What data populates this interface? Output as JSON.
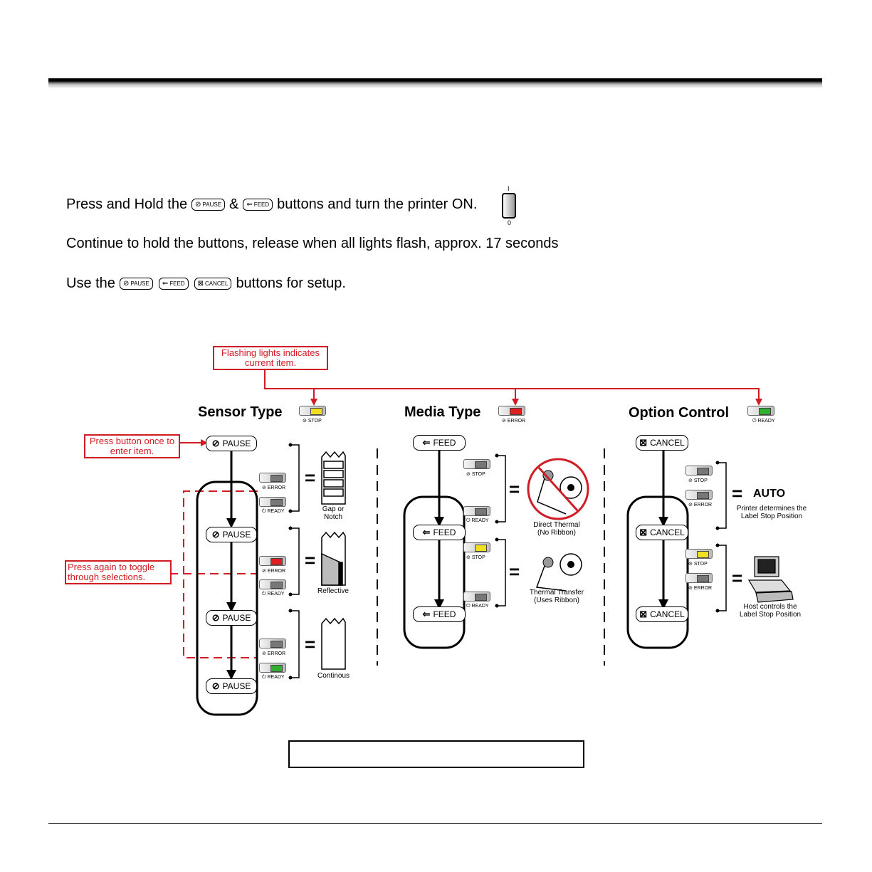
{
  "instructions": {
    "line1": {
      "pre": "Press and Hold the",
      "and": "&",
      "post": "buttons and turn the printer ON."
    },
    "line2": "Continue to hold the buttons, release when all lights flash, approx. 17 seconds",
    "line3": {
      "pre": "Use the",
      "post": "buttons for setup."
    },
    "switch": {
      "on_mark": "I",
      "off_mark": "0"
    }
  },
  "buttons": {
    "pause": "PAUSE",
    "feed": "FEED",
    "cancel": "CANCEL"
  },
  "callouts": {
    "flashing": "Flashing lights indicates current item.",
    "press_once": "Press button once to enter item.",
    "press_again": "Press again to toggle through selections."
  },
  "sections": {
    "sensor": {
      "title": "Sensor Type",
      "indicator": "STOP",
      "indicator_color": "#f0e020"
    },
    "media": {
      "title": "Media Type",
      "indicator": "ERROR",
      "indicator_color": "#e02020"
    },
    "option": {
      "title": "Option Control",
      "indicator": "READY",
      "indicator_color": "#30b030"
    }
  },
  "led_labels": {
    "stop": "STOP",
    "error": "ERROR",
    "ready": "READY"
  },
  "captions": {
    "gap": "Gap or Notch",
    "reflective": "Reflective",
    "continuous": "Continous",
    "direct": "Direct Thermal (No Ribbon)",
    "transfer": "Thermal Transfer (Uses Ribbon)",
    "auto": "AUTO",
    "auto_desc": "Printer determines the Label Stop Position",
    "host_desc": "Host controls the Label Stop Position"
  },
  "symbols": {
    "equals": "=",
    "pause_icon": "⊘",
    "feed_icon": "⇐",
    "cancel_icon": "⊠",
    "power_icon": "⏻"
  },
  "colors": {
    "callout_red": "#d01c24",
    "led_yellow": "#f0e020",
    "led_red": "#e02020",
    "led_green": "#30b030",
    "led_off": "#777777"
  }
}
